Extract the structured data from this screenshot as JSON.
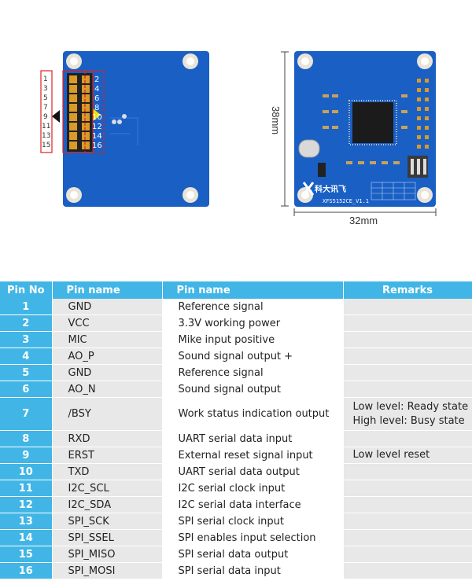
{
  "figure": {
    "left_header_numbers": [
      "1",
      "3",
      "5",
      "7",
      "9",
      "11",
      "13",
      "15"
    ],
    "right_header_numbers": [
      "2",
      "4",
      "6",
      "8",
      "10",
      "12",
      "14",
      "16"
    ],
    "height_label": "38mm",
    "width_label": "32mm",
    "board_label": "XFS5152CE_V1.1",
    "brand_text": "科大讯飞"
  },
  "colors": {
    "header_bg": "#41b6e6",
    "row_bg": "#e8e8e8",
    "pcb_blue": "#1a5fc4"
  },
  "table": {
    "headers": [
      "Pin No",
      "Pin name",
      "Pin name",
      "Remarks"
    ],
    "rows": [
      {
        "no": "1",
        "name": "GND",
        "desc": "Reference signal",
        "remarks": []
      },
      {
        "no": "2",
        "name": "VCC",
        "desc": "3.3V working power",
        "remarks": []
      },
      {
        "no": "3",
        "name": "MIC",
        "desc": "Mike input positive",
        "remarks": []
      },
      {
        "no": "4",
        "name": "AO_P",
        "desc": "Sound signal output +",
        "remarks": []
      },
      {
        "no": "5",
        "name": "GND",
        "desc": "Reference signal",
        "remarks": []
      },
      {
        "no": "6",
        "name": "AO_N",
        "desc": "Sound signal output",
        "remarks": []
      },
      {
        "no": "7",
        "name": "/BSY",
        "desc": "Work status indication output",
        "remarks": [
          "Low level: Ready state",
          "High level: Busy state"
        ]
      },
      {
        "no": "8",
        "name": "RXD",
        "desc": "UART serial data input",
        "remarks": []
      },
      {
        "no": "9",
        "name": "ERST",
        "desc": "External reset signal input",
        "remarks": [
          "Low level reset"
        ]
      },
      {
        "no": "10",
        "name": "TXD",
        "desc": "UART serial data output",
        "remarks": []
      },
      {
        "no": "11",
        "name": "I2C_SCL",
        "desc": "I2C serial clock input",
        "remarks": []
      },
      {
        "no": "12",
        "name": "I2C_SDA",
        "desc": "I2C serial data interface",
        "remarks": []
      },
      {
        "no": "13",
        "name": "SPI_SCK",
        "desc": "SPI serial clock input",
        "remarks": []
      },
      {
        "no": "14",
        "name": "SPI_SSEL",
        "desc": "SPI enables input selection",
        "remarks": []
      },
      {
        "no": "15",
        "name": "SPI_MISO",
        "desc": "SPI serial data output",
        "remarks": []
      },
      {
        "no": "16",
        "name": "SPI_MOSI",
        "desc": "SPI serial data input",
        "remarks": []
      }
    ]
  }
}
